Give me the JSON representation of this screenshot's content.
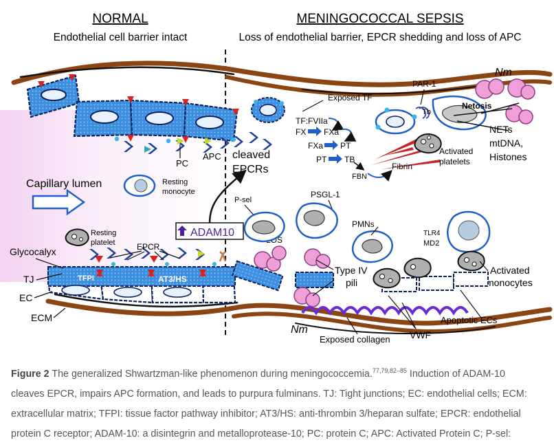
{
  "headers": {
    "normal_title": "NORMAL",
    "normal_subtitle": "Endothelial cell barrier intact",
    "sepsis_title": "MENINGOCOCCAL SEPSIS",
    "sepsis_subtitle": "Loss of endothelial barrier, EPCR shedding and loss of APC"
  },
  "labels": {
    "pc": "PC",
    "apc": "APC",
    "cleaved": "cleaved",
    "epcrs": "EPCRs",
    "capillary_lumen": "Capillary lumen",
    "resting_monocyte_1": "Resting",
    "resting_monocyte_2": "monocyte",
    "resting_platelet_1": "Resting",
    "resting_platelet_2": "platelet",
    "epcr": "EPCR",
    "adam10": "ADAM10",
    "glycocalyx": "Glycocalyx",
    "tj": "TJ",
    "ec": "EC",
    "ecm": "ECM",
    "tfpi": "TFPI",
    "at3hs": "AT3/HS",
    "exposed_tf": "Exposed TF",
    "par1": "PAR-1",
    "nm_top": "Nm",
    "netosis": "Netosis",
    "tb_small": "Tb",
    "tf_fviia": "TF:FVIIa",
    "fx": "FX",
    "fxa": "FXa",
    "fxa2": "FXa",
    "pt": "PT",
    "pt2": "PT",
    "tb": "TB",
    "fbn": "FBN",
    "fibrin": "Fibrin",
    "activated_platelets_1": "Activated",
    "activated_platelets_2": "platelets",
    "nets": "NETs",
    "mtdna": "mtDNA,",
    "histones": "Histones",
    "psel": "P-sel",
    "psgl1": "PSGL-1",
    "pmns": "PMNs",
    "tlr4": "TLR4",
    "md2": "MD2",
    "los": "LOS",
    "type_iv_1": "Type IV",
    "type_iv_2": "pili",
    "activated_monocytes_1": "Activated",
    "activated_monocytes_2": "monocytes",
    "nm_bottom": "Nm",
    "exposed_collagen": "Exposed collagen",
    "vwf": "VWF",
    "apoptotic_ecs": "Apoptotic ECs"
  },
  "caption": {
    "figure_label": "Figure 2",
    "title": " The generalized Shwartzman-like phenomenon during meningococcemia.",
    "refs": "77,79,82–85",
    "line1_end": " Induction of ADAM-10",
    "line2": "cleaves EPCR, impairs APC formation, and leads to purpura fulminans. TJ: Tight junctions; EC: endothelial cells; ECM:",
    "line3": "extracellular matrix; TFPI: tissue factor pathway inhibitor; AT3/HS: anti-thrombin 3/heparan sulfate; EPCR: endothelial",
    "line4": "protein C receptor; ADAM-10: a disintegrin and metalloprotease-10; PC: protein C; APC: Activated Protein C; P-sel:"
  },
  "colors": {
    "ecm_brown": "#8B4513",
    "cell_blue": "#3D8FE0",
    "outline_navy": "#0A1F5C",
    "receptor_blue": "#1F3F9A",
    "pili_pink": "#F0A0D8",
    "collagen_purple": "#6A2BD0",
    "lumen_pink": "#F7E3F5",
    "adam_purple": "#4B1E9E",
    "fibrin_red": "#C0282B"
  }
}
